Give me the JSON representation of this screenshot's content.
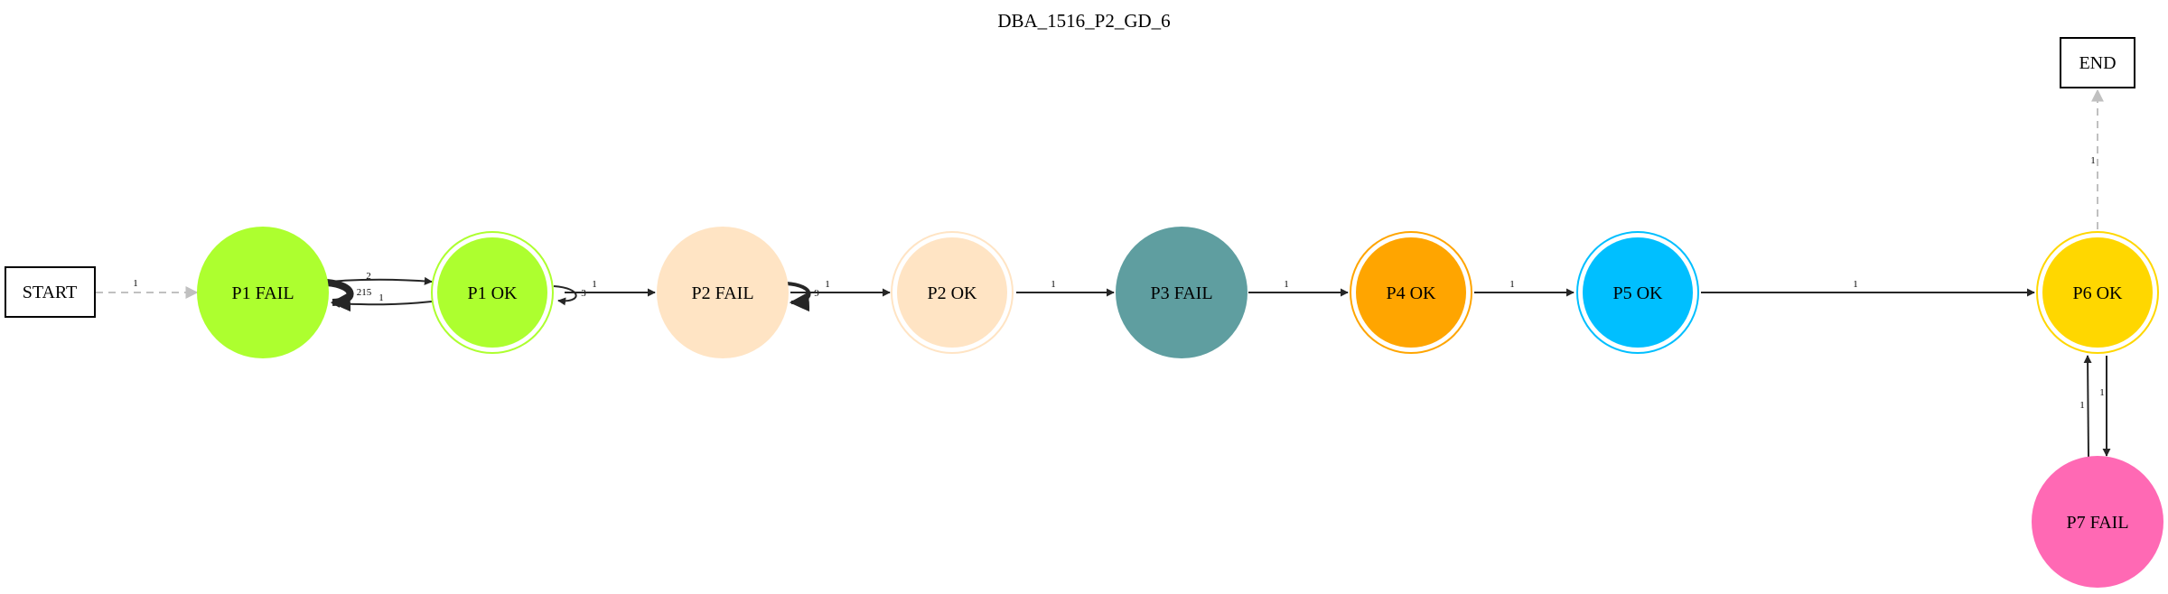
{
  "title": "DBA_1516_P2_GD_6",
  "nodes": {
    "start": {
      "label": "START"
    },
    "end": {
      "label": "END"
    },
    "p1fail": {
      "label": "P1 FAIL",
      "color": "#adff2f"
    },
    "p1ok": {
      "label": "P1 OK",
      "color": "#adff2f"
    },
    "p2fail": {
      "label": "P2 FAIL",
      "color": "#ffe4c4"
    },
    "p2ok": {
      "label": "P2 OK",
      "color": "#ffe4c4"
    },
    "p3fail": {
      "label": "P3 FAIL",
      "color": "#5f9ea0"
    },
    "p4ok": {
      "label": "P4 OK",
      "color": "#ffa500"
    },
    "p5ok": {
      "label": "P5 OK",
      "color": "#00bfff"
    },
    "p6ok": {
      "label": "P6 OK",
      "color": "#ffd700"
    },
    "p7fail": {
      "label": "P7 FAIL",
      "color": "#ff69b4"
    }
  },
  "edges": {
    "start_p1fail": "1",
    "p1fail_self": "215",
    "p1fail_p1ok": "2",
    "p1ok_p1fail": "1",
    "p1ok_self": "3",
    "p1ok_p2fail": "1",
    "p2fail_self": "9",
    "p2fail_p2ok": "1",
    "p2ok_p3fail": "1",
    "p3fail_p4ok": "1",
    "p4ok_p5ok": "1",
    "p5ok_p6ok": "1",
    "p6ok_end": "1",
    "p6ok_p7fail": "1",
    "p7fail_p6ok": "1"
  },
  "colors": {
    "edge": "#262626",
    "start_edge": "#c0c0c0"
  }
}
